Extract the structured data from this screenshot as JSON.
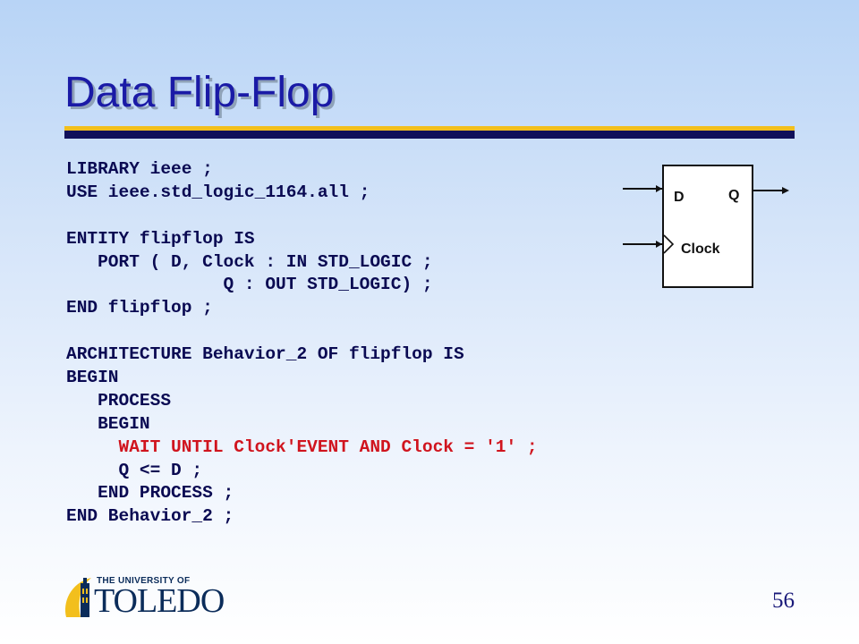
{
  "slide": {
    "title": "Data Flip-Flop",
    "page_number": "56",
    "code_lines": [
      {
        "text": "LIBRARY ieee ;",
        "highlight": false
      },
      {
        "text": "USE ieee.std_logic_1164.all ;",
        "highlight": false
      },
      {
        "text": "",
        "highlight": false
      },
      {
        "text": "ENTITY flipflop IS",
        "highlight": false
      },
      {
        "text": "   PORT ( D, Clock : IN STD_LOGIC ;",
        "highlight": false
      },
      {
        "text": "               Q : OUT STD_LOGIC) ;",
        "highlight": false
      },
      {
        "text": "END flipflop ;",
        "highlight": false
      },
      {
        "text": "",
        "highlight": false
      },
      {
        "text": "ARCHITECTURE Behavior_2 OF flipflop IS",
        "highlight": false
      },
      {
        "text": "BEGIN",
        "highlight": false
      },
      {
        "text": "   PROCESS",
        "highlight": false
      },
      {
        "text": "   BEGIN",
        "highlight": false
      },
      {
        "text": "     WAIT UNTIL Clock'EVENT AND Clock = '1' ;",
        "highlight": true
      },
      {
        "text": "     Q <= D ;",
        "highlight": false
      },
      {
        "text": "   END PROCESS ;",
        "highlight": false
      },
      {
        "text": "END Behavior_2 ;",
        "highlight": false
      }
    ],
    "diagram": {
      "d_label": "D",
      "q_label": "Q",
      "clock_label": "Clock"
    },
    "logo": {
      "line1": "THE UNIVERSITY OF",
      "line2": "TOLEDO",
      "icon": "tower-icon"
    }
  },
  "colors": {
    "title": "#1a1aa6",
    "code": "#0a0a52",
    "code_highlight": "#d0141e",
    "rule_gold": "#f2bf1d",
    "rule_navy": "#10105a",
    "logo_gold": "#f2bf1d",
    "logo_navy": "#0b2c5a"
  }
}
